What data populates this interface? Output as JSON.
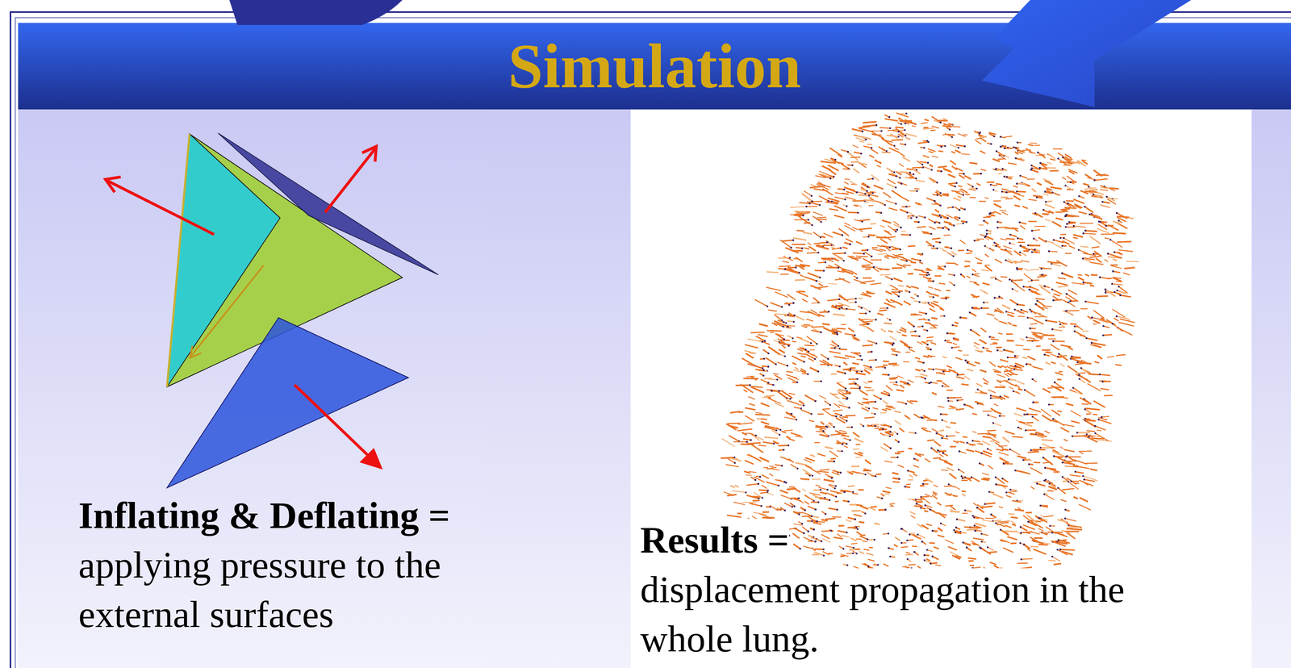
{
  "diagram": {
    "title": "Simulation",
    "nodes": [
      {
        "text": [
          "Inflating & Deflating =",
          "applying pressure to the external surfaces"
        ]
      },
      {
        "text": [
          "Results =",
          "displacement propagation in the whole lung."
        ]
      }
    ]
  }
}
